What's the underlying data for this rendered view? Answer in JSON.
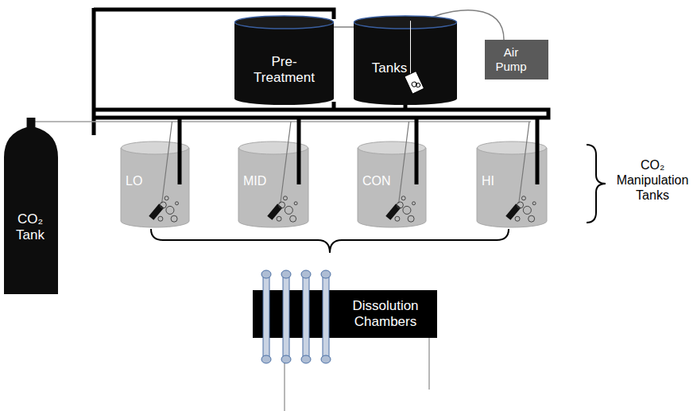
{
  "diagram": {
    "nodes": [
      {
        "text": [
          "Pre-Treatment"
        ]
      },
      {
        "text": [
          "Tanks"
        ]
      },
      {
        "text": [
          "Air Pump"
        ]
      },
      {
        "text": [
          "CO₂ Tank"
        ]
      },
      {
        "text": [
          "LO"
        ]
      },
      {
        "text": [
          "MID"
        ]
      },
      {
        "text": [
          "CON"
        ]
      },
      {
        "text": [
          "HI"
        ]
      },
      {
        "text": [
          "Dissolution Chambers"
        ]
      }
    ],
    "edges": [
      {
        "from": 2,
        "to": 1,
        "arrow": "none"
      },
      {
        "from": 0,
        "to": 1,
        "arrow": "none"
      }
    ],
    "labels": [
      "CO₂ Manipulation Tanks"
    ]
  }
}
